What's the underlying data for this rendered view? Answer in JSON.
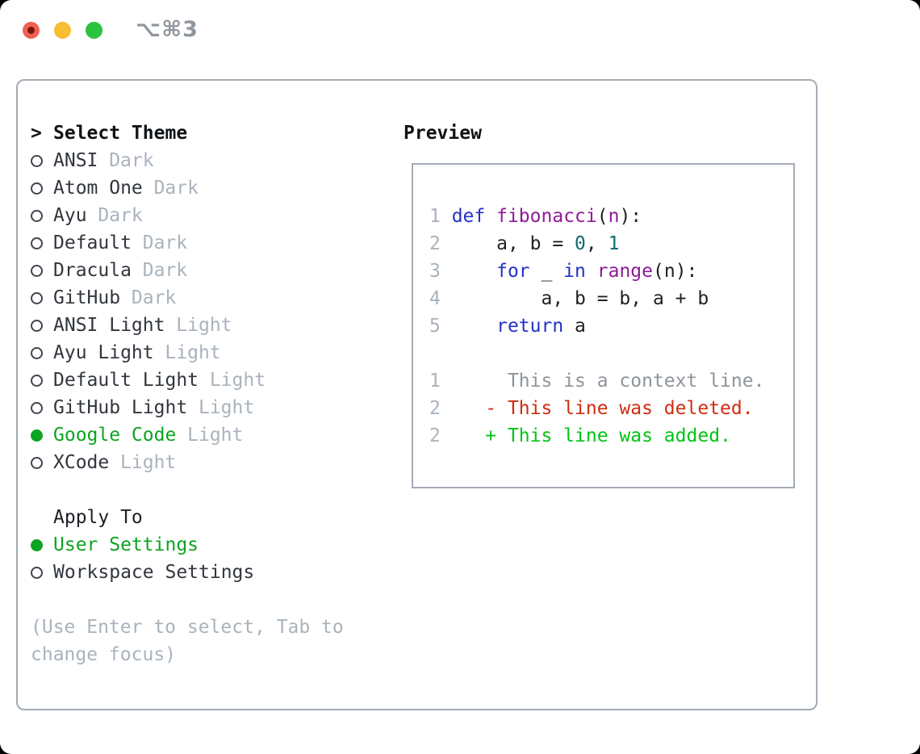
{
  "window": {
    "title": "⌥⌘3"
  },
  "theme_panel": {
    "header": {
      "prompt": ">",
      "label": "Select Theme"
    },
    "themes": [
      {
        "name": "ANSI",
        "variant": "Dark",
        "selected": false
      },
      {
        "name": "Atom One",
        "variant": "Dark",
        "selected": false
      },
      {
        "name": "Ayu",
        "variant": "Dark",
        "selected": false
      },
      {
        "name": "Default",
        "variant": "Dark",
        "selected": false
      },
      {
        "name": "Dracula",
        "variant": "Dark",
        "selected": false
      },
      {
        "name": "GitHub",
        "variant": "Dark",
        "selected": false
      },
      {
        "name": "ANSI Light",
        "variant": "Light",
        "selected": false
      },
      {
        "name": "Ayu Light",
        "variant": "Light",
        "selected": false
      },
      {
        "name": "Default Light",
        "variant": "Light",
        "selected": false
      },
      {
        "name": "GitHub Light",
        "variant": "Light",
        "selected": false
      },
      {
        "name": "Google Code",
        "variant": "Light",
        "selected": true
      },
      {
        "name": "XCode",
        "variant": "Light",
        "selected": false
      }
    ],
    "apply_to": {
      "label": "Apply To",
      "options": [
        {
          "name": "User Settings",
          "selected": true
        },
        {
          "name": "Workspace Settings",
          "selected": false
        }
      ]
    },
    "help": [
      "(Use Enter to select, Tab to",
      "change focus)"
    ]
  },
  "preview": {
    "title": "Preview",
    "lines": [
      [
        {
          "t": "1 ",
          "c": "ln"
        },
        {
          "t": "def",
          "c": "kw"
        },
        {
          "t": " ",
          "c": "plain"
        },
        {
          "t": "fibonacci",
          "c": "fn"
        },
        {
          "t": "(",
          "c": "plain"
        },
        {
          "t": "n",
          "c": "fn"
        },
        {
          "t": "):",
          "c": "plain"
        }
      ],
      [
        {
          "t": "2 ",
          "c": "ln"
        },
        {
          "t": "    a, b = ",
          "c": "plain"
        },
        {
          "t": "0",
          "c": "num"
        },
        {
          "t": ", ",
          "c": "plain"
        },
        {
          "t": "1",
          "c": "num"
        }
      ],
      [
        {
          "t": "3 ",
          "c": "ln"
        },
        {
          "t": "    ",
          "c": "plain"
        },
        {
          "t": "for",
          "c": "kw"
        },
        {
          "t": " _ ",
          "c": "plain"
        },
        {
          "t": "in",
          "c": "kw"
        },
        {
          "t": " ",
          "c": "plain"
        },
        {
          "t": "range",
          "c": "fn"
        },
        {
          "t": "(n):",
          "c": "plain"
        }
      ],
      [
        {
          "t": "4 ",
          "c": "ln"
        },
        {
          "t": "        a, b = b, a + b",
          "c": "plain"
        }
      ],
      [
        {
          "t": "5 ",
          "c": "ln"
        },
        {
          "t": "    ",
          "c": "plain"
        },
        {
          "t": "return",
          "c": "kw"
        },
        {
          "t": " a",
          "c": "plain"
        }
      ],
      [],
      [
        {
          "t": "1 ",
          "c": "ln"
        },
        {
          "t": "     This is a context line.",
          "c": "ctx"
        }
      ],
      [
        {
          "t": "2 ",
          "c": "ln"
        },
        {
          "t": "   ",
          "c": "plain"
        },
        {
          "t": "- This line was deleted.",
          "c": "del"
        }
      ],
      [
        {
          "t": "2 ",
          "c": "ln"
        },
        {
          "t": "   ",
          "c": "plain"
        },
        {
          "t": "+ This line was added.",
          "c": "add"
        }
      ]
    ]
  },
  "colors": {
    "window-border": "#a4acb5",
    "text-primary": "#31363d",
    "text-header": "#101316",
    "text-muted": "#a9b3bd",
    "marker-border": "#40464e",
    "green-selected": "#0da421",
    "ln": "#a9b3bd",
    "kw": "#2331c8",
    "fn": "#8e1b96",
    "num": "#0e6b6e",
    "plain": "#1d2126",
    "ctx": "#8e949b",
    "del": "#d02c10",
    "add": "#00c414",
    "traffic-red": "#f15f54",
    "traffic-red-dot": "#7c150a",
    "traffic-yellow": "#f8bd30",
    "traffic-green": "#2cc23f",
    "shortcut-text": "#8f969d"
  }
}
